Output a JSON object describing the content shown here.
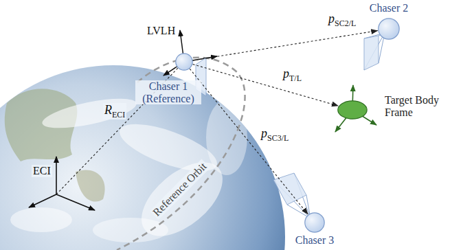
{
  "diagram": {
    "nodes": [
      {
        "text": [
          "Chaser 1 (Reference)"
        ]
      },
      {
        "text": [
          "Chaser 2"
        ]
      },
      {
        "text": [
          "Target Body Frame"
        ]
      },
      {
        "text": [
          "Chaser 3"
        ]
      }
    ],
    "edges": [
      {
        "from": 0,
        "to": 1,
        "arrow": "to",
        "label": "pSC2/L"
      },
      {
        "from": 0,
        "to": 2,
        "arrow": "to",
        "label": "pT/L"
      },
      {
        "from": 0,
        "to": 3,
        "arrow": "to",
        "label": "pSC3/L"
      }
    ],
    "labels": [
      "LVLH",
      "RECI",
      "ECI",
      "Reference Orbit"
    ]
  }
}
